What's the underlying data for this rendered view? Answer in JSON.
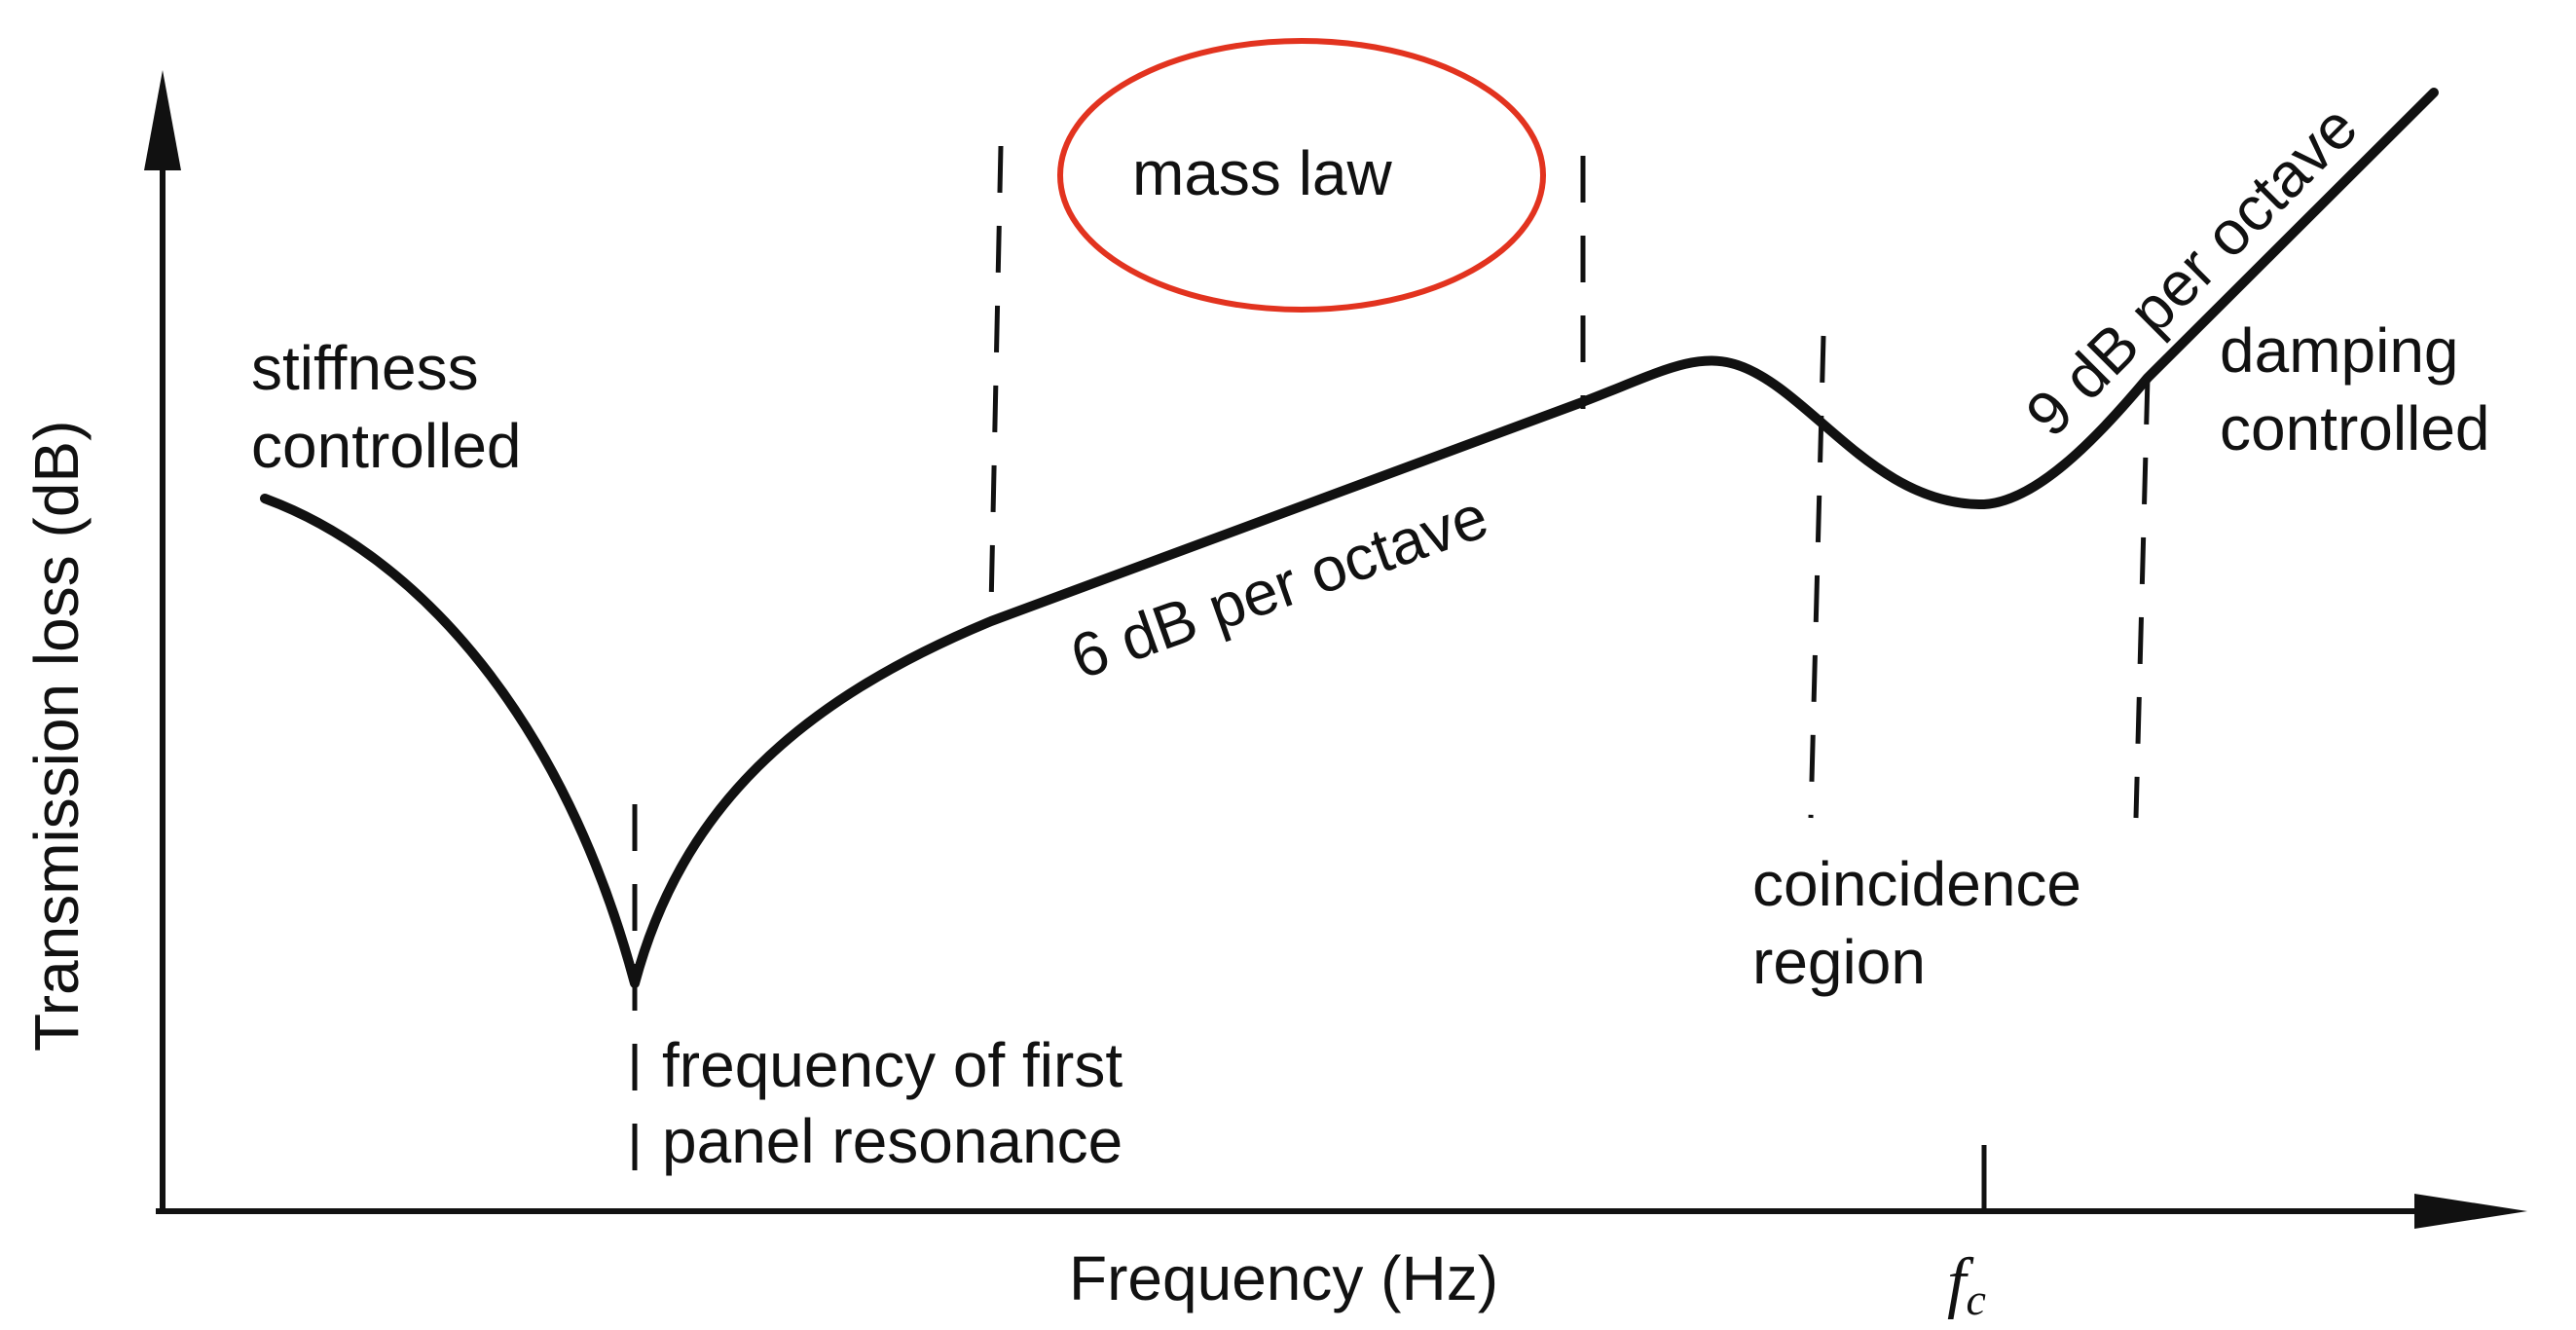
{
  "axes": {
    "y_label": "Transmission loss (dB)",
    "x_label": "Frequency (Hz)",
    "x_marker_main": "f",
    "x_marker_sub": "c"
  },
  "regions": {
    "stiffness_line1": "stiffness",
    "stiffness_line2": "controlled",
    "resonance_line1": "frequency of first",
    "resonance_line2": "panel resonance",
    "mass_law": "mass law",
    "coincidence_line1": "coincidence",
    "coincidence_line2": "region",
    "damping_line1": "damping",
    "damping_line2": "controlled"
  },
  "slopes": {
    "mass_law_slope": "6 dB per octave",
    "above_fc_slope": "9 dB per octave"
  },
  "colors": {
    "ink": "#111111",
    "highlight": "#e2331f"
  }
}
